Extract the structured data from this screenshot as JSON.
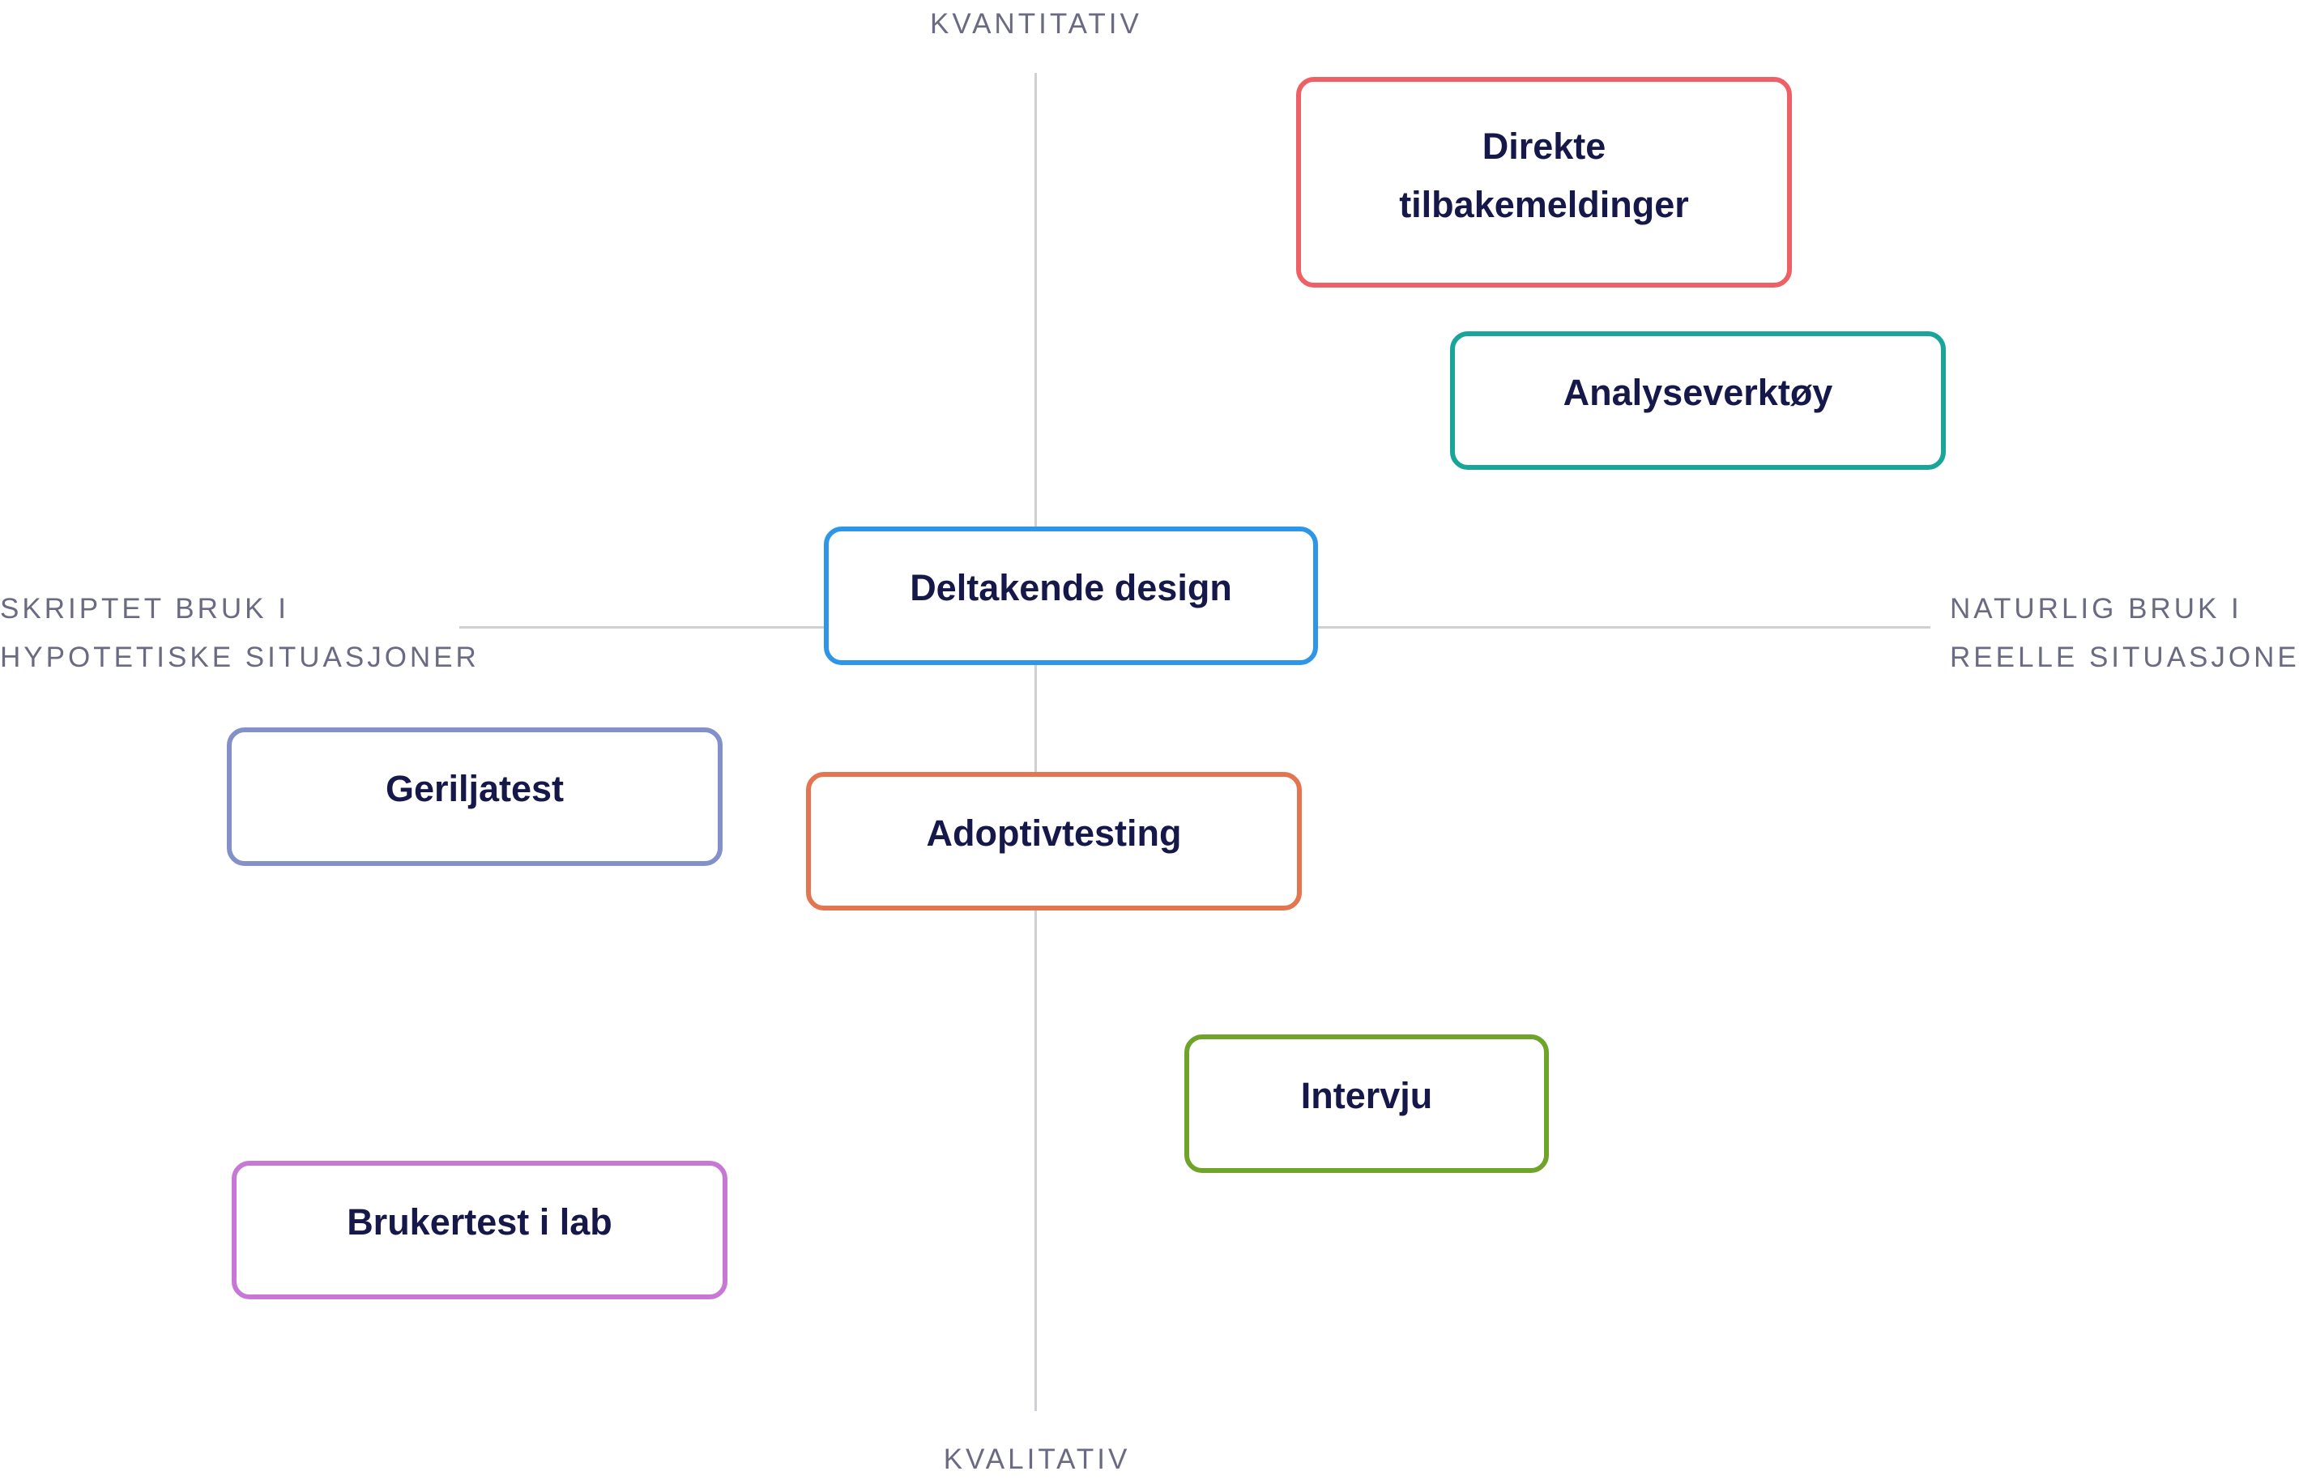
{
  "axes": {
    "top": "KVANTITATIV",
    "bottom": "KVALITATIV",
    "left_line1": "SKRIPTET BRUK I",
    "left_line2": "HYPOTETISKE SITUASJONER",
    "right_line1": "NATURLIG BRUK I",
    "right_line2": "REELLE SITUASJONER"
  },
  "methods": {
    "direkte": {
      "label": "Direkte tilbakemeldinger",
      "color": "#ee5f66"
    },
    "analyse": {
      "label": "Analyseverktøy",
      "color": "#19a59a"
    },
    "deltakende": {
      "label": "Deltakende design",
      "color": "#2e96e8"
    },
    "gerilja": {
      "label": "Geriljatest",
      "color": "#8490c8"
    },
    "adoptiv": {
      "label": "Adoptivtesting",
      "color": "#e37550"
    },
    "intervju": {
      "label": "Intervju",
      "color": "#6fa32a"
    },
    "brukertest": {
      "label": "Brukertest i lab",
      "color": "#c777d4"
    }
  },
  "colors": {
    "text": "#17184a",
    "axis_label": "#6a6a82",
    "axis_line": "#cfcfd4"
  }
}
